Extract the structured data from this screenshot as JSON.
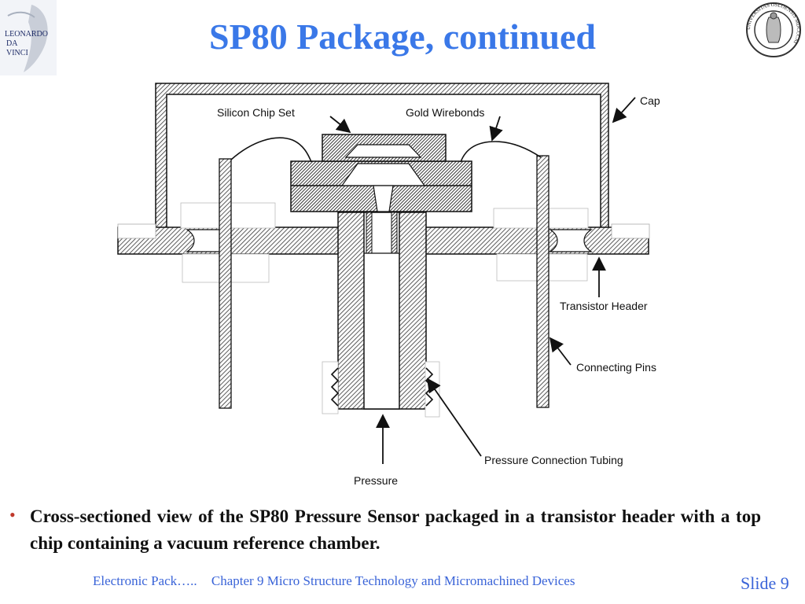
{
  "title": "SP80 Package, continued",
  "logos": {
    "left_text": [
      "LEONARDO",
      "DA",
      "VINCI"
    ],
    "right_seal_text": "UNIVERSITAS OSLOENSIS MDCCCXI"
  },
  "diagram": {
    "labels": {
      "cap": "Cap",
      "silicon_chip_set": "Silicon  Chip  Set",
      "gold_wirebonds": "Gold Wirebonds",
      "transistor_header": "Transistor  Header",
      "connecting_pins": "Connecting Pins",
      "pressure_connection_tubing": "Pressure Connection Tubing",
      "pressure": "Pressure"
    }
  },
  "bullet": "Cross-sectioned view of the SP80 Pressure Sensor packaged in a transistor header with a top chip containing a vacuum reference chamber.",
  "footer": {
    "left": "Electronic Pack…..",
    "center": "Chapter 9 Micro Structure Technology and Micromachined Devices",
    "slide": "Slide 9"
  },
  "colors": {
    "title": "#3a78e8",
    "footer": "#3a64d8",
    "bullet": "#c0392b"
  }
}
